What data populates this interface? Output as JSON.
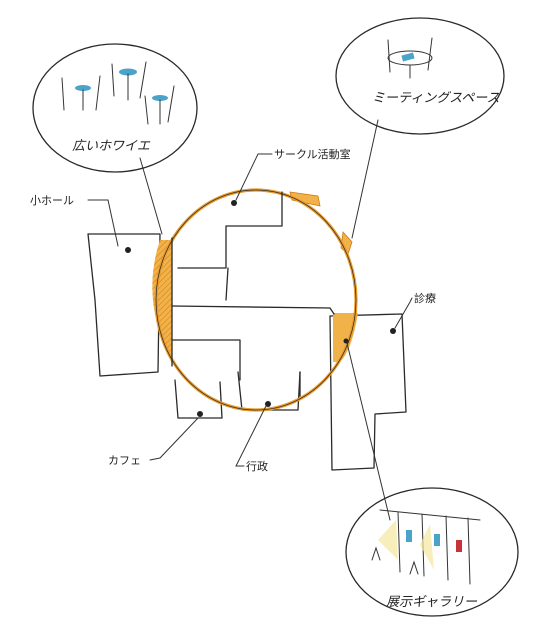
{
  "labels": {
    "small_hall": "小ホール",
    "circle_room": "サークル活動室",
    "clinic": "診療",
    "cafe": "カフェ",
    "administration": "行政",
    "wide_foyer": "広いホワイエ",
    "meeting_space": "ミーティングスペース",
    "gallery": "展示ギャラリー"
  },
  "colors": {
    "orange_ring": "#e89a2c",
    "orange_fill": "#f2b24a",
    "ink": "#2a2a2a",
    "table_blue": "#4aa3c8"
  }
}
